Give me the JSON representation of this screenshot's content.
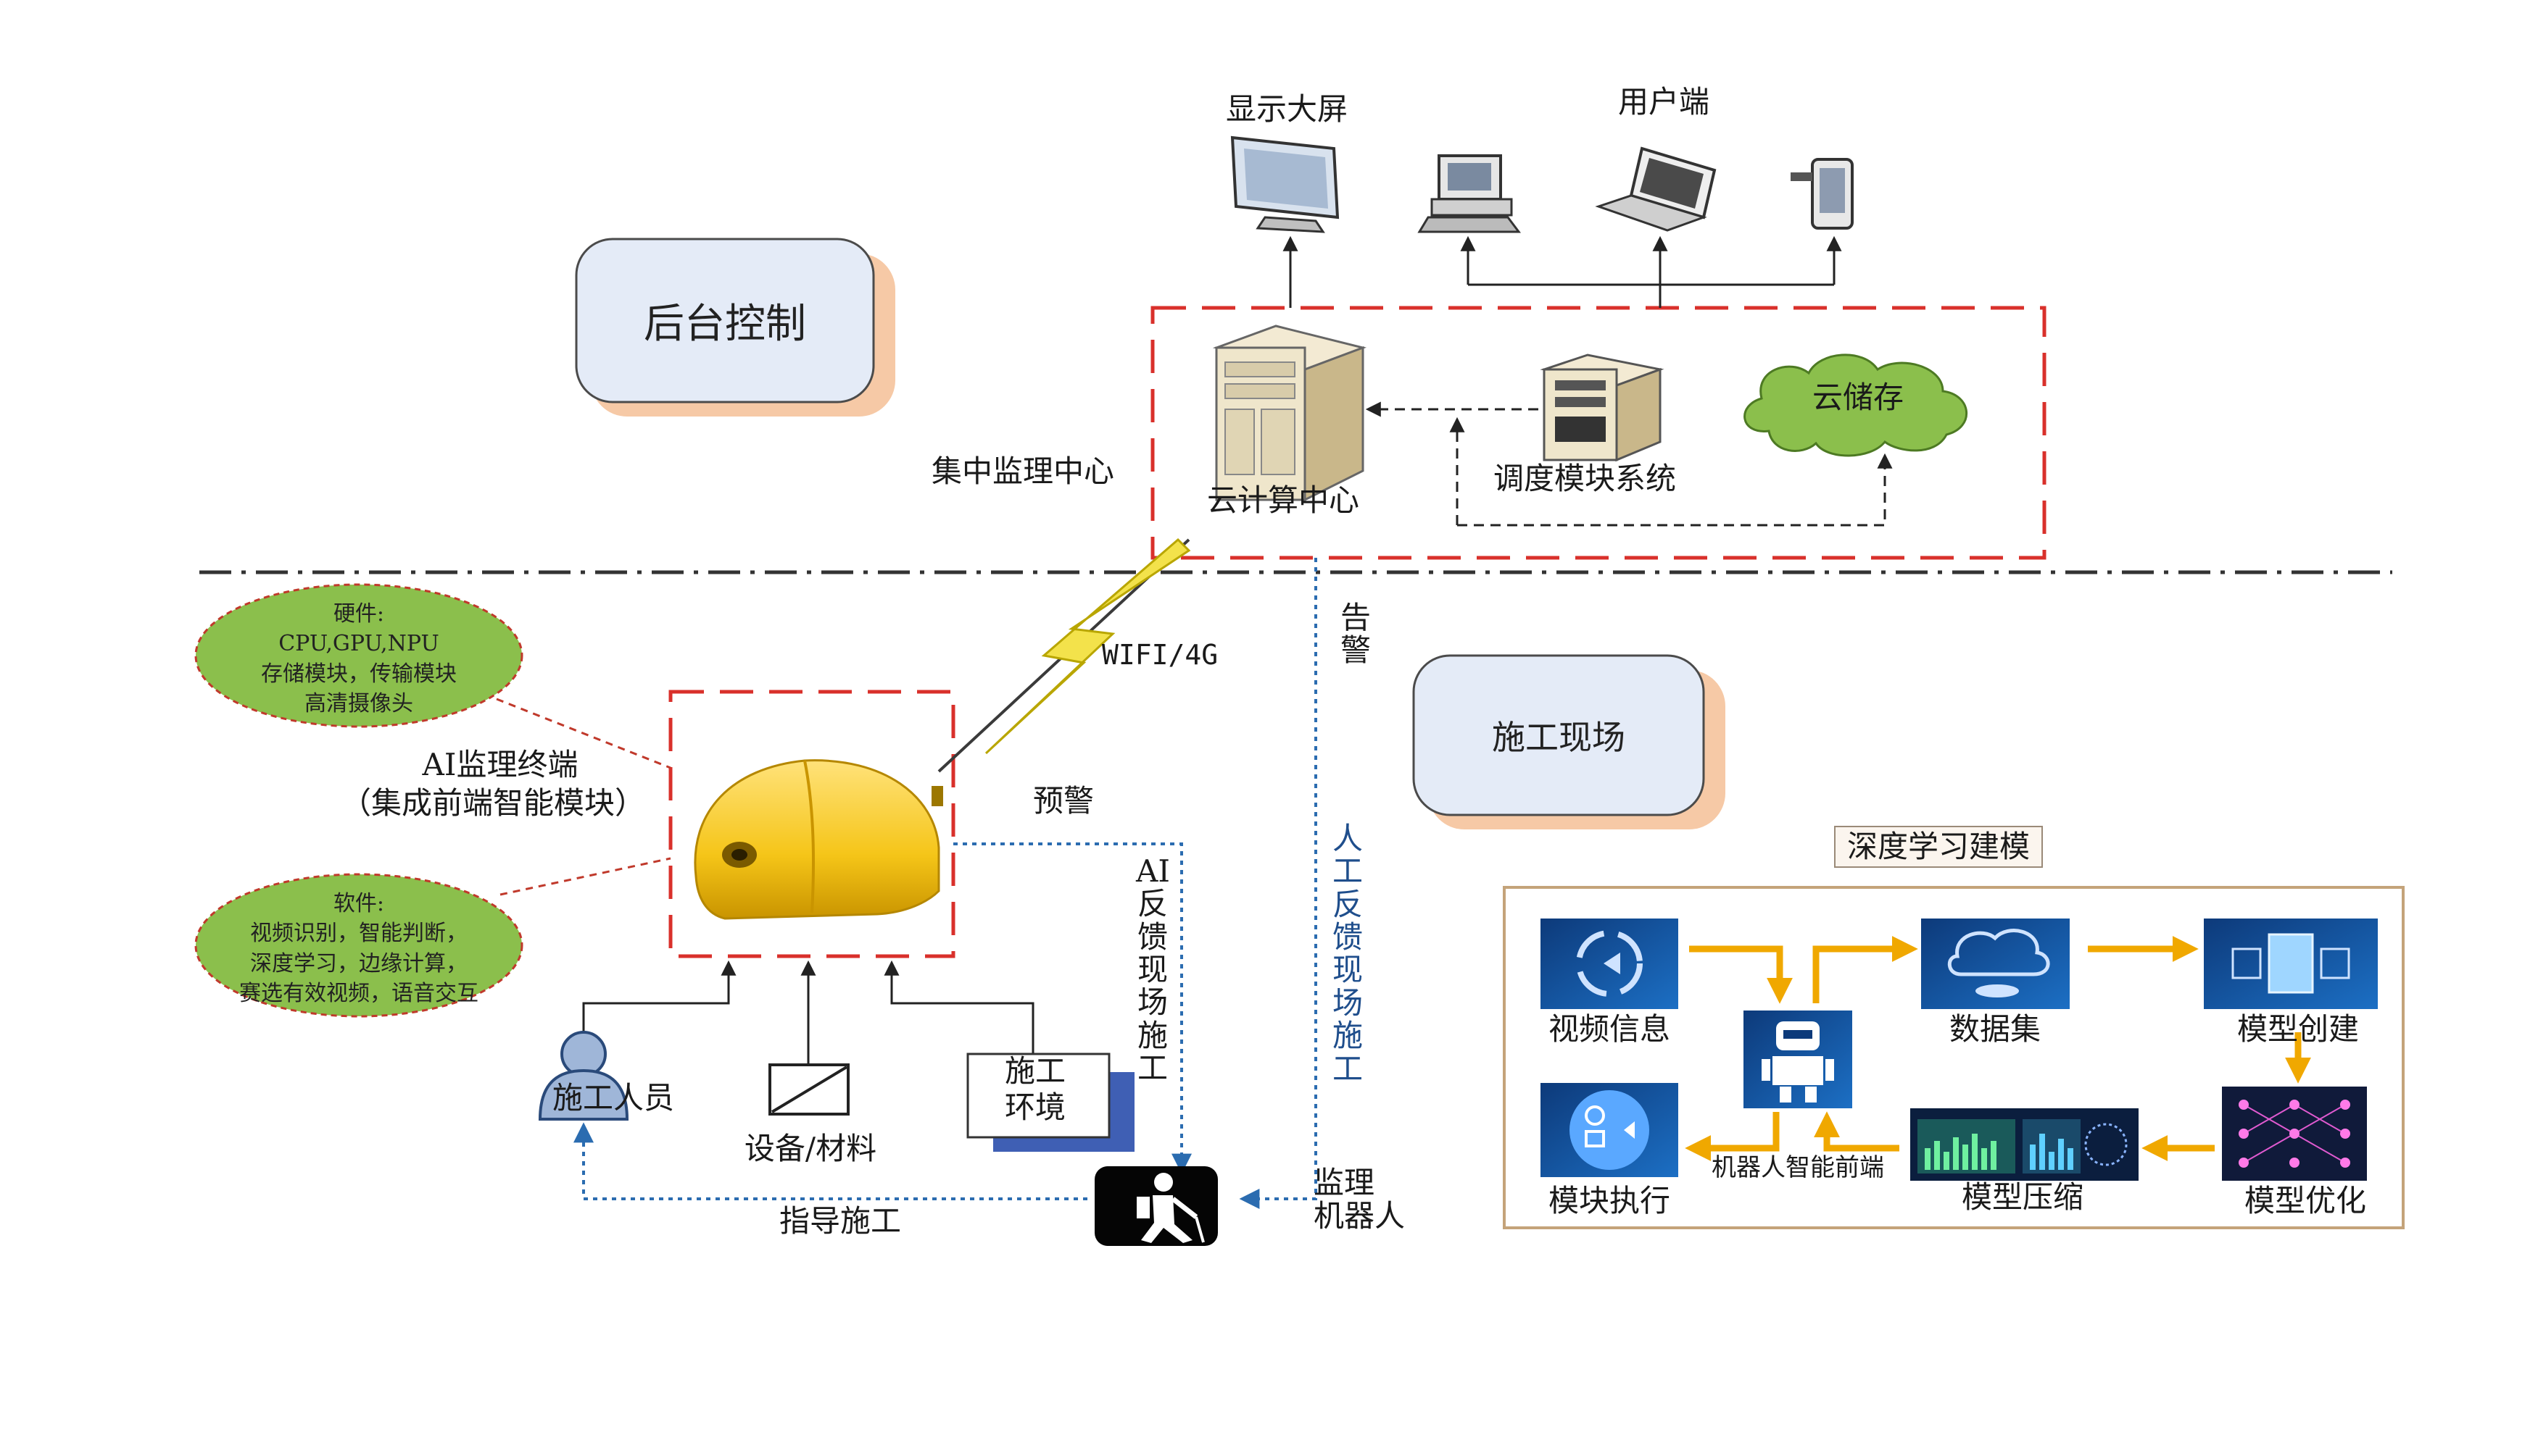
{
  "backend": {
    "title": "后台控制"
  },
  "site": {
    "title": "施工现场"
  },
  "center": {
    "label": "集中监理中心",
    "cloud_compute": "云计算中心",
    "scheduler": "调度模块系统",
    "cloud_storage": "云储存"
  },
  "outputs": {
    "big_screen": "显示大屏",
    "user_end": "用户端"
  },
  "link": {
    "wifi": "WIFI/4G"
  },
  "terminal": {
    "name": "AI监理终端",
    "sub": "（集成前端智能模块）"
  },
  "hardware": {
    "title": "硬件:",
    "line1": "CPU,GPU,NPU",
    "line2": "存储模块，传输模块",
    "line3": "高清摄像头"
  },
  "software": {
    "title": "软件:",
    "line1": "视频识别，智能判断，",
    "line2": "深度学习，边缘计算，",
    "line3": "赛选有效视频，语音交互"
  },
  "inputs": {
    "worker": "施工人员",
    "equipment": "设备/材料",
    "env_line1": "施工",
    "env_line2": "环境"
  },
  "flows": {
    "warning": "预警",
    "alarm": "告警",
    "ai_feedback": "AI反馈现场施工",
    "manual_feedback": "人工反馈现场施工",
    "guide": "指导施工",
    "robot": "监理机器人"
  },
  "deep_learning": {
    "title": "深度学习建模",
    "video": "视频信息",
    "dataset": "数据集",
    "model_create": "模型创建",
    "model_optimize": "模型优化",
    "model_compress": "模型压缩",
    "robot_front": "机器人智能前端",
    "module_exec": "模块执行"
  },
  "colors": {
    "dashed_red": "#d9302b",
    "dotted_blue": "#2b6cb0",
    "arrow_orange": "#f0a800",
    "helmet": "#f5c518",
    "ellipse_green": "#8bbf4c"
  }
}
